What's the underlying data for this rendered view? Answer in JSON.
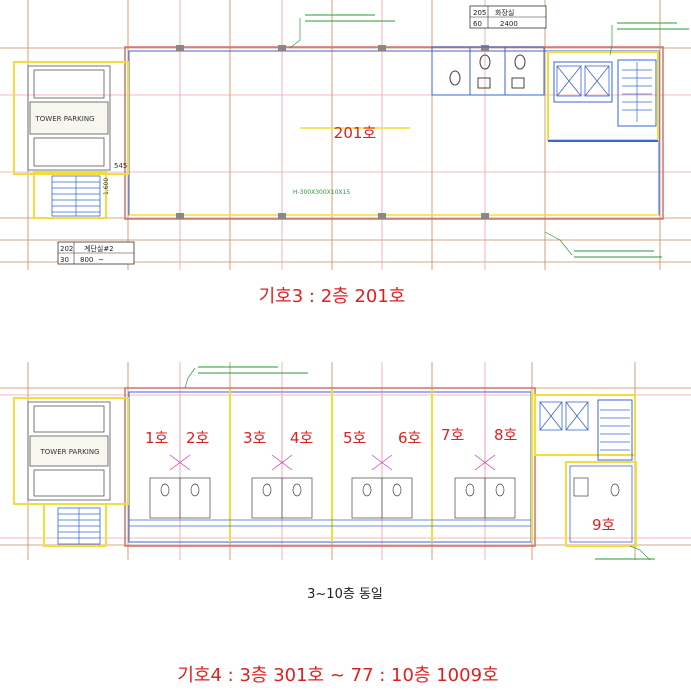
{
  "plan1": {
    "caption": "기호3 : 2층 201호",
    "unit_label": "201호",
    "parking_label": "TOWER PARKING",
    "box_top": {
      "row1": [
        "205",
        "화장실"
      ],
      "row2": [
        "60",
        "2400"
      ]
    },
    "box_bottom": {
      "row1": [
        "202",
        "계단실#2"
      ],
      "row2": [
        "30",
        "800",
        "~"
      ]
    },
    "dim_label": "H-300X300X10X15",
    "dim_side_a": "545",
    "dim_side_b": "1,600"
  },
  "plan2": {
    "parking_label": "TOWER PARKING",
    "units": [
      "1호",
      "2호",
      "3호",
      "4호",
      "5호",
      "6호",
      "7호",
      "8호",
      "9호"
    ],
    "note": "3~10층 동일",
    "caption": "기호4 : 3층 301호 ~ 77 : 10층 1009호"
  },
  "colors": {
    "accent_red": "#e02020",
    "wall_blue": "#3a66d8",
    "outline_yellow": "#f2de3a",
    "grid_brown": "#c98a58",
    "grid_pink": "#f0a0a8",
    "callout_green": "#2a9a3a",
    "cad_magenta": "#d030c0"
  }
}
